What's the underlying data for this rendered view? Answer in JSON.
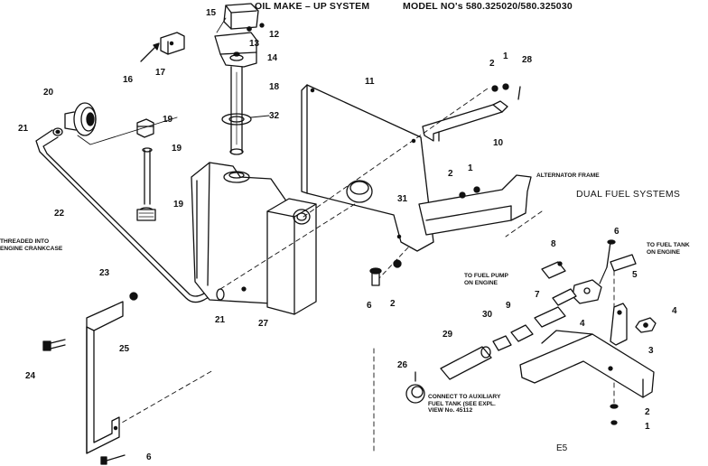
{
  "header": {
    "title": "OIL MAKE – UP SYSTEM",
    "model": "MODEL NO's 580.325020/580.325030"
  },
  "sections": {
    "dual_fuel": "DUAL FUEL SYSTEMS"
  },
  "annotations": {
    "threaded_line1": "THREADED INTO",
    "threaded_line2": "ENGINE CRANKCASE",
    "alternator": "ALTERNATOR FRAME",
    "fuel_pump_line1": "TO FUEL PUMP",
    "fuel_pump_line2": "ON ENGINE",
    "fuel_tank_line1": "TO FUEL TANK",
    "fuel_tank_line2": "ON ENGINE",
    "aux_line1": "CONNECT TO AUXILIARY",
    "aux_line2": "FUEL TANK (SEE EXPL.",
    "aux_line3": "VIEW No. 45112"
  },
  "callouts": {
    "c15": "15",
    "c13": "13",
    "c12": "12",
    "c14": "14",
    "c16": "16",
    "c17": "17",
    "c18": "18",
    "c32": "32",
    "c20": "20",
    "c21a": "21",
    "c19a": "19",
    "c19b": "19",
    "c19c": "19",
    "c22": "22",
    "c23": "23",
    "c21b": "21",
    "c27": "27",
    "c25": "25",
    "c24": "24",
    "c6a": "6",
    "c11": "11",
    "c2a": "2",
    "c1a": "1",
    "c28": "28",
    "c10": "10",
    "c2b": "2",
    "c1b": "1",
    "c31": "31",
    "c6b": "6",
    "c2c": "2",
    "c8": "8",
    "c6c": "6",
    "c5": "5",
    "c7": "7",
    "c9": "9",
    "c30": "30",
    "c4a": "4",
    "c4b": "4",
    "c3": "3",
    "c29": "29",
    "c26": "26",
    "c2d": "2",
    "c1c": "1"
  },
  "footer": {
    "code": "E5"
  }
}
